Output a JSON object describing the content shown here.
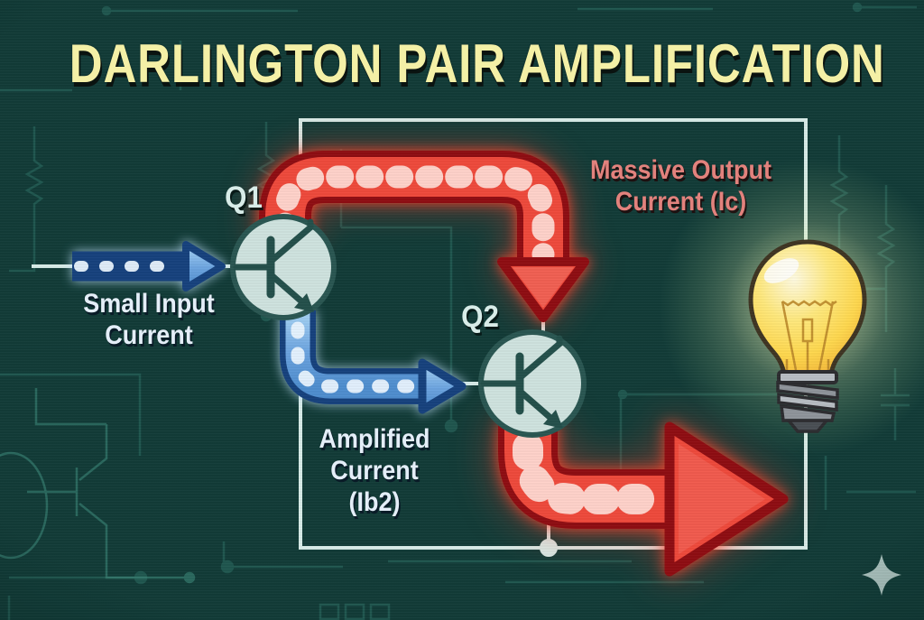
{
  "title": "DARLINGTON PAIR AMPLIFICATION",
  "transistors": {
    "q1_label": "Q1",
    "q2_label": "Q2"
  },
  "labels": {
    "input": {
      "line1": "Small Input",
      "line2": "Current"
    },
    "amplified": {
      "line1": "Amplified",
      "line2": "Current",
      "line3": "(Ib2)"
    },
    "output": {
      "line1": "Massive Output",
      "line2": "Current (Ic)"
    }
  },
  "icons": {
    "bulb": "light-bulb-icon",
    "sparkle": "sparkle-icon",
    "q1": "npn-transistor-icon",
    "q2": "npn-transistor-icon"
  },
  "colors": {
    "background": "#123c38",
    "circuit_trace": "#2e7266",
    "title_yellow": "#f4f0a6",
    "wire": "#d8ece8",
    "red_arrow": "#ef4a3c",
    "red_outline": "#8f0d12",
    "blue_arrow": "#6ca4e0",
    "blue_outline": "#17427e",
    "salmon_text": "#e2827d",
    "pale_blue_text": "#e4eef8",
    "transistor_fill": "#cfe3df",
    "transistor_stroke": "#24504b",
    "bulb_yellow": "#ffd84e",
    "bulb_base_gray": "#9aa0a6",
    "sparkle": "#b6cdc9"
  }
}
